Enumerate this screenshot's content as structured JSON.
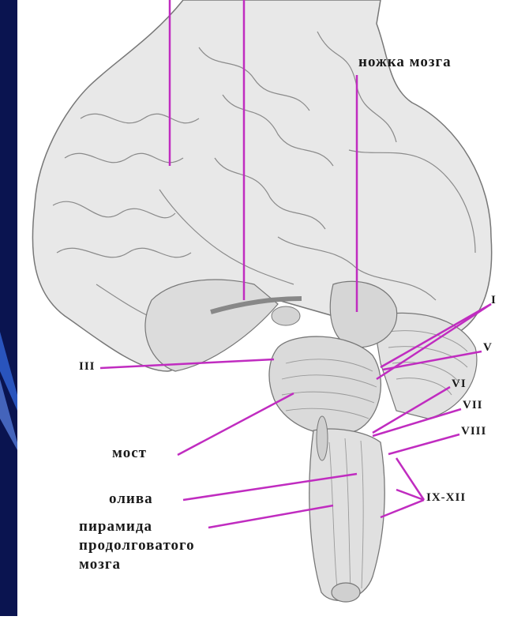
{
  "colors": {
    "leader": "#c02cc0",
    "background": "#ffffff",
    "side_panel": "#0a1450",
    "tissue": "#e6e6e6",
    "outline": "#7a7a7a"
  },
  "labels": {
    "peduncle": "ножка мозга",
    "n_I": "I",
    "n_III": "III",
    "n_V": "V",
    "n_VI": "VI",
    "n_VII": "VII",
    "n_VIII": "VIII",
    "n_IX_XII": "IX-XII",
    "pons": "мост",
    "olive": "олива",
    "pyramid_1": "пирамида",
    "pyramid_2": "продолговатого",
    "pyramid_3": "мозга"
  }
}
